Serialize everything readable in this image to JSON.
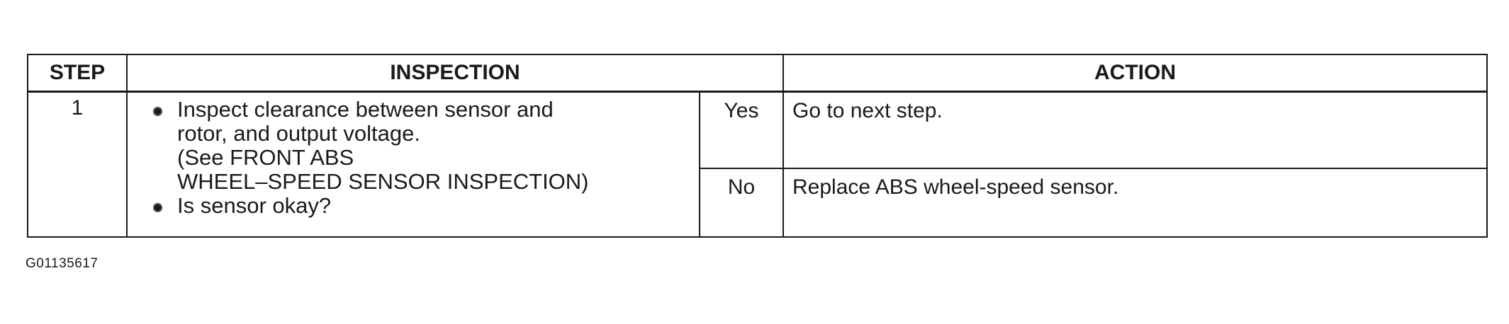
{
  "table": {
    "headers": {
      "step": "STEP",
      "inspection": "INSPECTION",
      "action": "ACTION"
    },
    "rows": [
      {
        "step": "1",
        "inspection": {
          "bullet1_line1": "Inspect clearance between sensor and",
          "bullet1_line2": "rotor, and output voltage.",
          "bullet1_line3": "(See FRONT ABS",
          "bullet1_line4": "WHEEL–SPEED SENSOR INSPECTION)",
          "bullet2": "Is sensor okay?"
        },
        "answers": [
          {
            "answer": "Yes",
            "action": "Go to next step."
          },
          {
            "answer": "No",
            "action": "Replace ABS wheel-speed sensor."
          }
        ]
      }
    ]
  },
  "figure_code": "G01135617"
}
